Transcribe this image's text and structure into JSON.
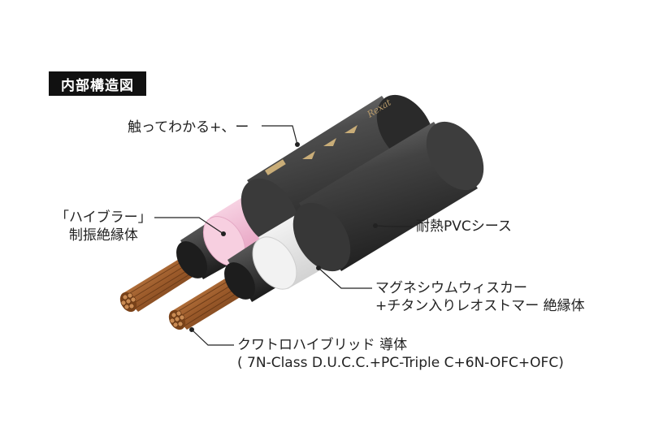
{
  "title": "内部構造図",
  "brand": "Rexat",
  "callouts": {
    "tactile": "触ってわかる+、ー",
    "hybrid_line1": "「ハイブラー」",
    "hybrid_line2": "制振絶縁体",
    "pvc": "耐熱PVCシース",
    "magnesium_line1": "マグネシウムウィスカー",
    "magnesium_line2": "+チタン入りレオストマー 絶縁体",
    "conductor_line1": "クワトロハイブリッド 導体",
    "conductor_line2": "( 7N-Class D.U.C.C.+PC-Triple C+6N-OFC+OFC)"
  },
  "colors": {
    "sheath": "#4a4a4a",
    "sheath_dark": "#2e2e2e",
    "pink_insulator": "#f4c9dc",
    "white_insulator": "#f5f5f5",
    "copper": "#a8612f",
    "marker_gold": "#c9ad78",
    "leader_line": "#222222"
  }
}
